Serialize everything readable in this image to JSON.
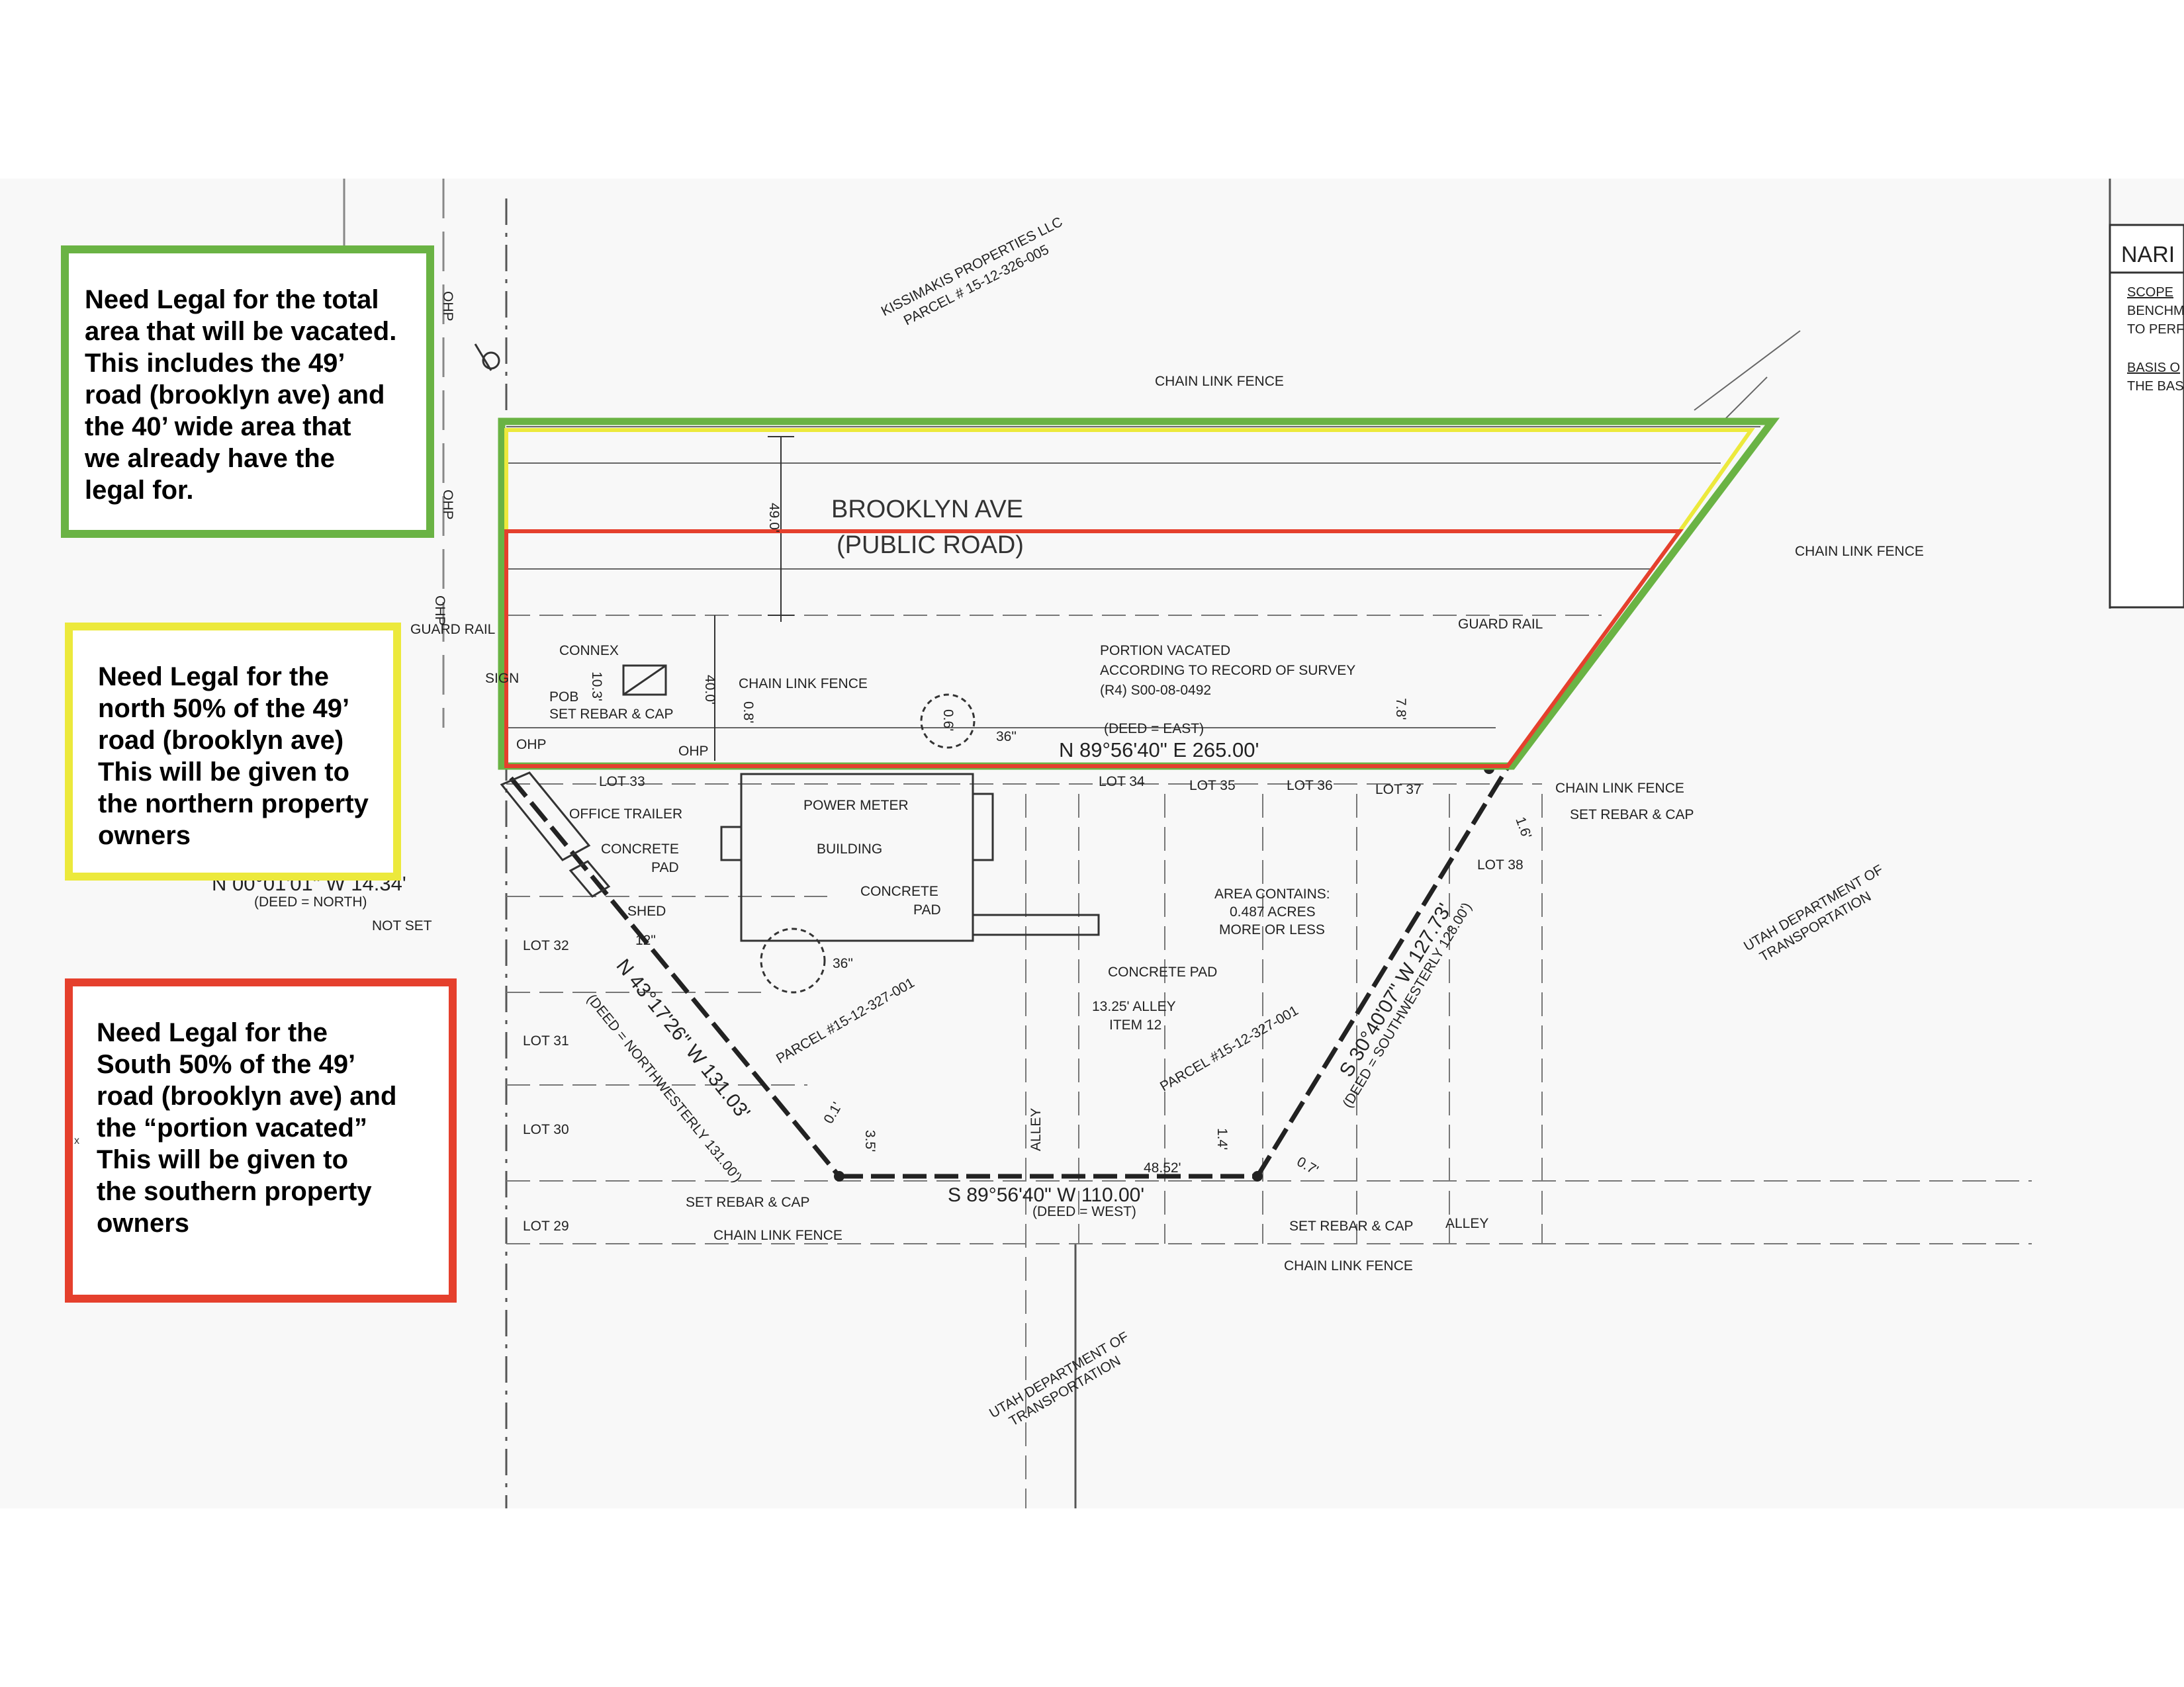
{
  "callouts": {
    "green": {
      "text": "Need Legal for the total\narea that will be vacated.\nThis includes the 49’\nroad (brooklyn ave) and\nthe 40’ wide area that\nwe already have the\nlegal for.",
      "color": "#6ab344"
    },
    "yellow": {
      "text": "Need Legal for the\nnorth 50% of the 49’\nroad (brooklyn ave)\nThis will be given to\nthe northern property\nowners",
      "color": "#ece93c"
    },
    "red": {
      "text": "Need Legal for the\nSouth 50% of the 49’\nroad (brooklyn ave) and\nthe “portion vacated”\nThis will be given to\nthe southern property\nowners",
      "color": "#e5402d"
    }
  },
  "stray_mark": "x",
  "drawing": {
    "road_name": "BROOKLYN AVE",
    "road_type": "(PUBLIC ROAD)",
    "north_owner": "KISSIMAKIS PROPERTIES LLC",
    "north_parcel": "PARCEL # 15-12-326-005",
    "chain_link_fence": "CHAIN LINK FENCE",
    "guard_rail": "GUARD RAIL",
    "ohp": "OHP",
    "sign": "SIGN",
    "connex": "CONNEX",
    "pob": "POB",
    "set_rebar_cap": "SET REBAR & CAP",
    "portion_vacated": [
      "PORTION VACATED",
      "ACCORDING TO RECORD OF SURVEY",
      "(R4) S00-08-0492"
    ],
    "deed_east": "(DEED = EAST)",
    "bearing_north": "N 89°56'40\" E  265.00'",
    "width_49": "49.0'",
    "width_40": "40.0'",
    "dim_10_3": "10.3'",
    "dim_0_8": "0.8'",
    "dim_0_6": "0.6'",
    "dim_7_8": "7.8'",
    "dim_36": "36\"",
    "lots_top": [
      "LOT 33",
      "LOT 34",
      "LOT 35",
      "LOT 36",
      "LOT 37"
    ],
    "lot_38": "LOT 38",
    "lots_left": [
      "LOT 32",
      "LOT 31",
      "LOT 30",
      "LOT 29"
    ],
    "office_trailer": "OFFICE TRAILER",
    "concrete_pad": [
      "CONCRETE",
      "PAD"
    ],
    "power_meter": "POWER METER",
    "building": "BUILDING",
    "shed": "SHED",
    "not_set": "NOT SET",
    "bearing_west_line": "N 00°01'01\" W  14.34'",
    "deed_north": "(DEED = NORTH)",
    "dim_12": "12\"",
    "concrete_pad_single": "CONCRETE PAD",
    "area": [
      "AREA CONTAINS:",
      "0.487 ACRES",
      "MORE OR LESS"
    ],
    "parcel_327_001": "PARCEL #15-12-327-001",
    "alley_item": [
      "13.25' ALLEY",
      "ITEM 12"
    ],
    "alley": "ALLEY",
    "bearing_nw": "N 43°17'26\" W  131.03'",
    "deed_nw": "(DEED = NORTHWESTERLY 131.00')",
    "bearing_sw": "S 30°40'07\" W  127.73'",
    "deed_sw": "(DEED = SOUTHWESTERLY 128.00')",
    "bearing_south": "S 89°56'40\" W  110.00'",
    "deed_west": "(DEED = WEST)",
    "dim_48_52": "48.52'",
    "dim_0_1": "0.1'",
    "dim_3_5": "3.5'",
    "dim_1_4": "1.4'",
    "dim_0_7": "0.7'",
    "dim_1_6": "1.6'",
    "udot": [
      "UTAH DEPARTMENT OF",
      "TRANSPORTATION"
    ],
    "title_block": {
      "heading": "NARI",
      "scope": "SCOPE",
      "bench": "BENCHM",
      "to_perf": "TO PERF",
      "basis": "BASIS O",
      "the_bas": "THE BAS"
    }
  }
}
